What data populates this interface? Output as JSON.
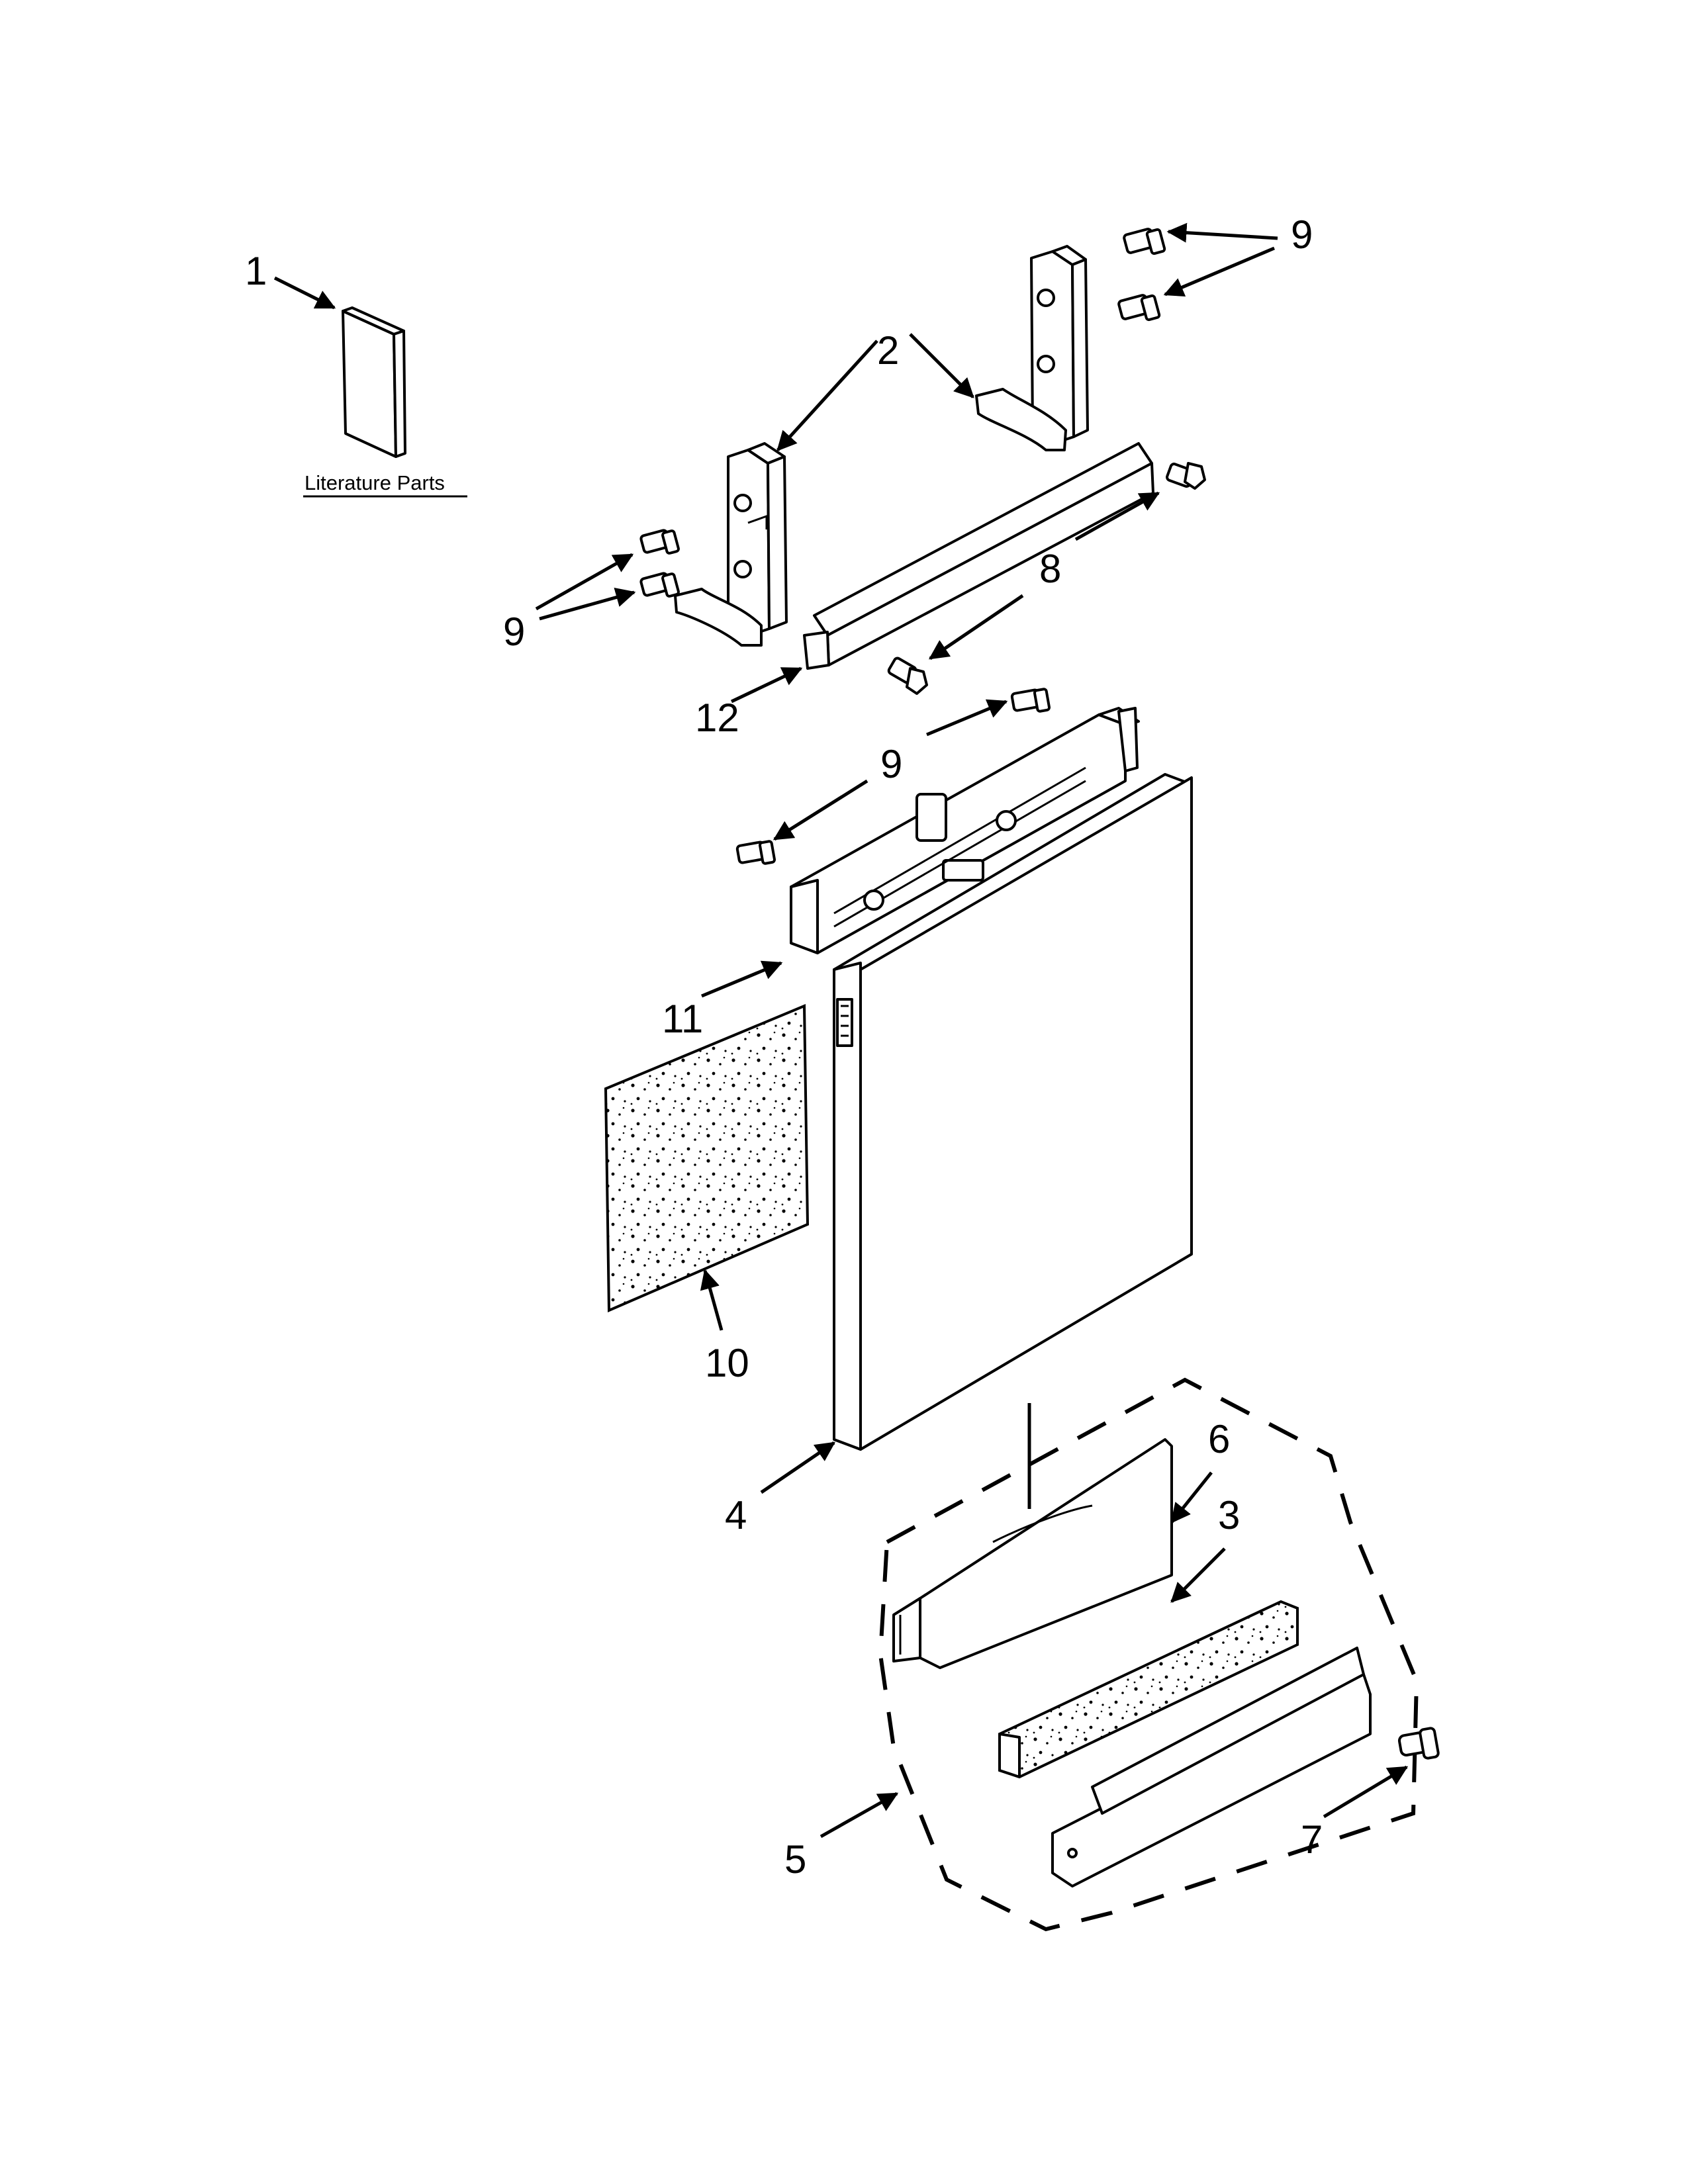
{
  "literature_label": "Literature Parts",
  "callouts": {
    "c1": "1",
    "c2": "2",
    "c3": "3",
    "c4": "4",
    "c5": "5",
    "c6": "6",
    "c7": "7",
    "c8": "8",
    "c9_top_right": "9",
    "c9_left": "9",
    "c9_middle": "9",
    "c10": "10",
    "c11": "11",
    "c12": "12"
  },
  "colors": {
    "ink": "#000000",
    "paper": "#ffffff"
  }
}
